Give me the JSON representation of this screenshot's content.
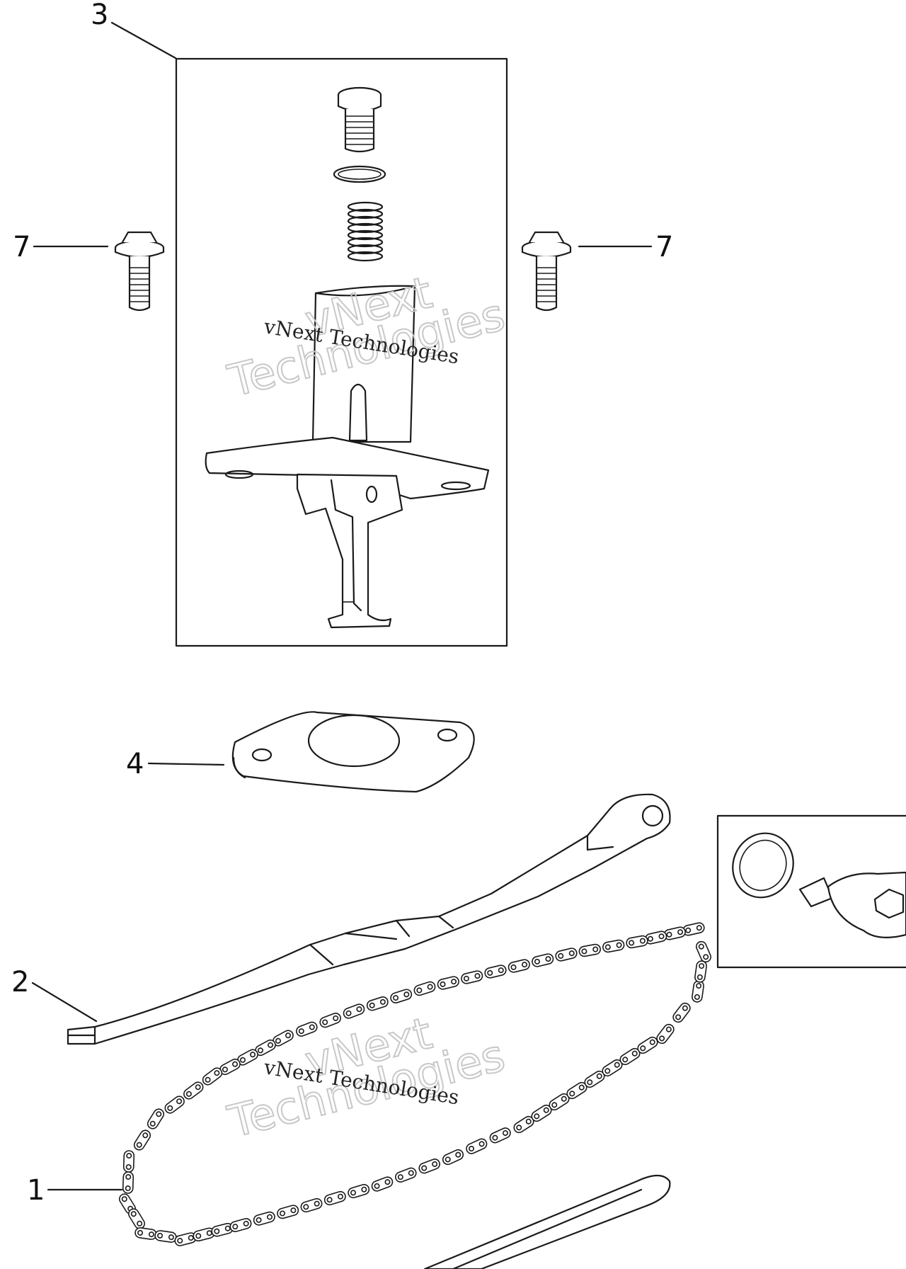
{
  "callouts": {
    "c1": "1",
    "c2": "2",
    "c3": "3",
    "c4": "4",
    "c7_left": "7",
    "c7_right": "7"
  },
  "watermark": {
    "serif": "vNext Technologies",
    "outline_line1": "vNext",
    "outline_line2": "Technologies"
  },
  "colors": {
    "line": "#1a1a1a",
    "background": "#ffffff",
    "watermark_outline": "#c8c8c8"
  }
}
